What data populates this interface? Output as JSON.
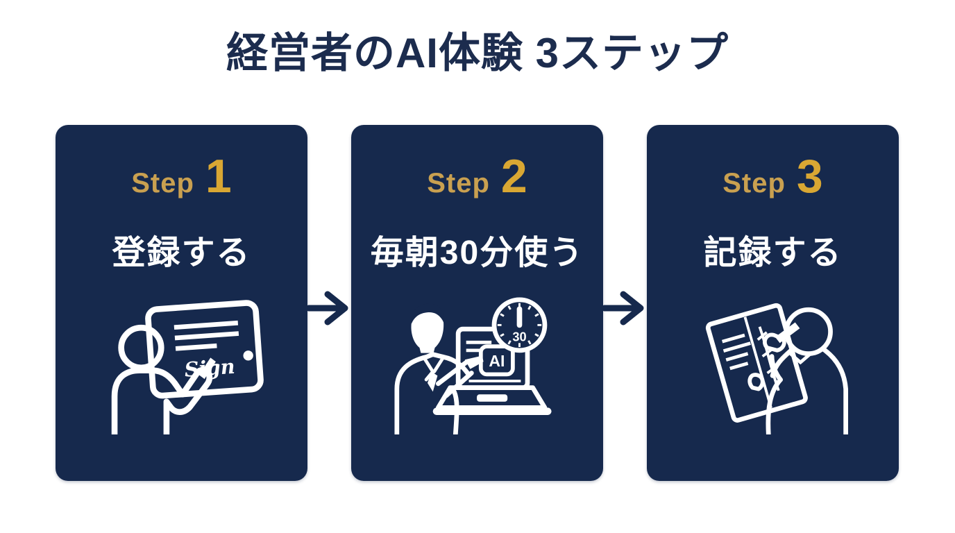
{
  "title": "経営者のAI体験 3ステップ",
  "colors": {
    "card_background": "#16294d",
    "title_navy": "#1c2c4e",
    "step_label_gold": "#c9a050",
    "step_number_gold": "#d9a733",
    "action_text_white": "#ffffff",
    "arrow_navy": "#16294d",
    "page_background": "#ffffff"
  },
  "steps": [
    {
      "label": "Step",
      "number": "1",
      "action": "登録する",
      "icon": "tablet-sign-icon",
      "sign_label": "Sign"
    },
    {
      "label": "Step",
      "number": "2",
      "action": "毎朝30分使う",
      "icon": "ai-laptop-clock-icon",
      "ai_label": "AI",
      "clock_value": "30"
    },
    {
      "label": "Step",
      "number": "3",
      "action": "記録する",
      "icon": "notebook-writing-icon"
    }
  ]
}
